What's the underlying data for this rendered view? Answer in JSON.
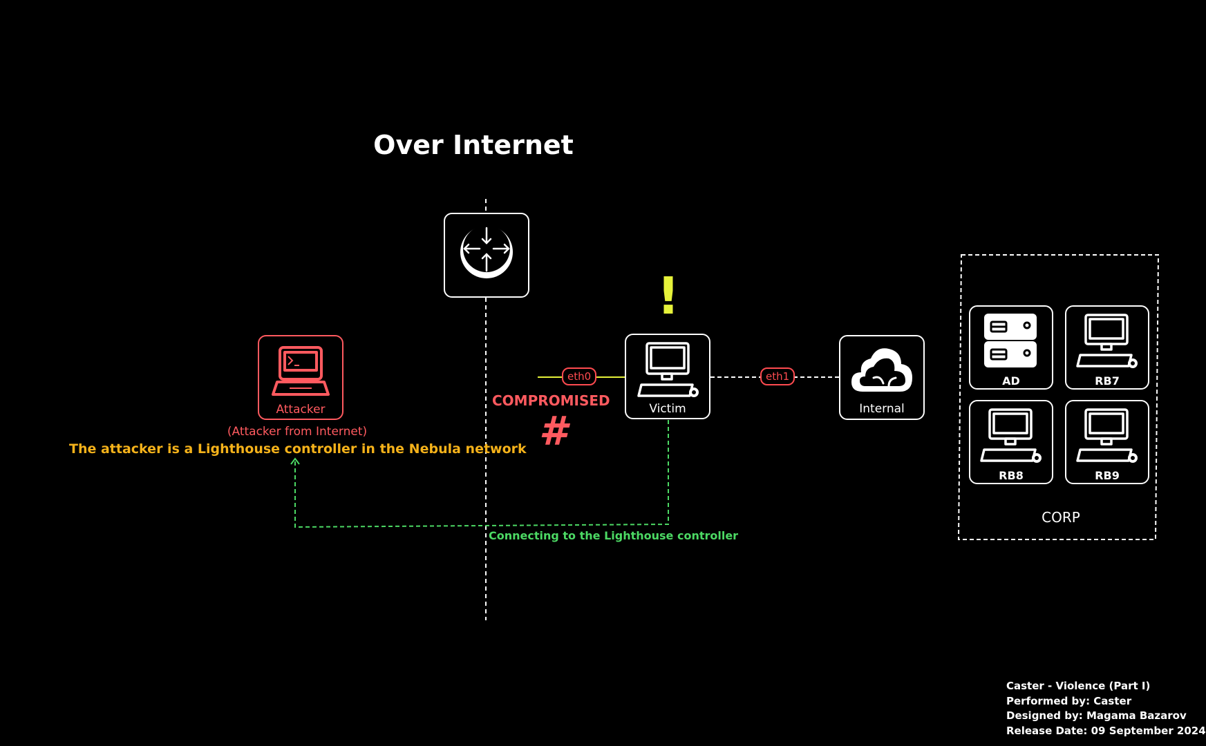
{
  "title": "Over Internet",
  "attacker": {
    "label": "Attacker",
    "sublabel": "(Attacker from Internet)",
    "description": "The attacker is a Lighthouse controller in the Nebula network",
    "color": "#ff5a5f",
    "icon": "terminal-laptop-icon"
  },
  "router": {
    "icon": "router-icon"
  },
  "victim": {
    "label": "Victim",
    "status": "COMPROMISED",
    "alert": "!",
    "root_prompt": "#",
    "icon": "desktop-computer-icon"
  },
  "interfaces": {
    "eth0": "eth0",
    "eth1": "eth1"
  },
  "internal": {
    "label": "Internal",
    "icon": "cloud-icon"
  },
  "corp": {
    "label": "CORP",
    "hosts": [
      {
        "label": "AD",
        "icon": "server-icon"
      },
      {
        "label": "RB7",
        "icon": "desktop-computer-icon"
      },
      {
        "label": "RB8",
        "icon": "desktop-computer-icon"
      },
      {
        "label": "RB9",
        "icon": "desktop-computer-icon"
      }
    ]
  },
  "connection": {
    "label": "Connecting to the Lighthouse controller",
    "color": "#4cd964"
  },
  "colors": {
    "compromised": "#ff5a5f",
    "alert": "#e6f23a",
    "description": "#f5b21a"
  },
  "credits": {
    "line1": "Caster - Violence (Part I)",
    "line2": "Performed by: Caster",
    "line3": "Designed by: Magama Bazarov",
    "line4": "Release Date: 09 September 2024"
  }
}
